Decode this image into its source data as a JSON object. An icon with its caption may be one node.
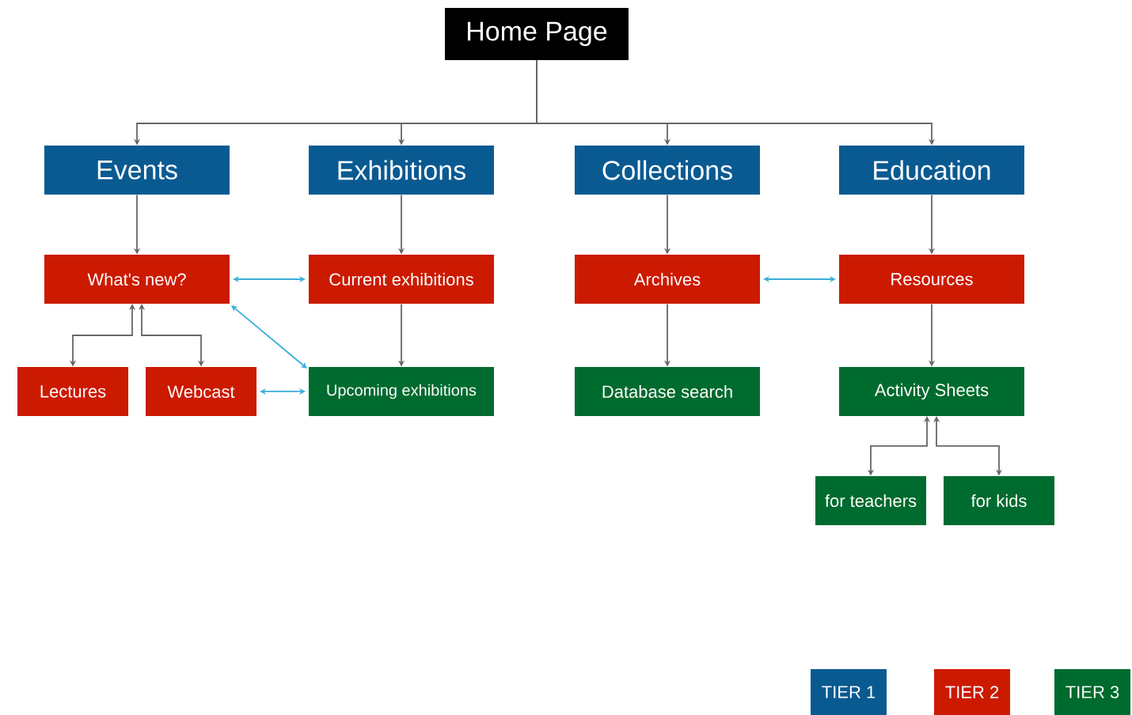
{
  "diagram": {
    "nodes": [
      {
        "text": [
          "Home Page"
        ]
      },
      {
        "text": [
          "Events"
        ]
      },
      {
        "text": [
          "Exhibitions"
        ]
      },
      {
        "text": [
          "Collections"
        ]
      },
      {
        "text": [
          "Education"
        ]
      },
      {
        "text": [
          "What's new?"
        ]
      },
      {
        "text": [
          "Current exhibitions"
        ]
      },
      {
        "text": [
          "Archives"
        ]
      },
      {
        "text": [
          "Resources"
        ]
      },
      {
        "text": [
          "Lectures"
        ]
      },
      {
        "text": [
          "Webcast"
        ]
      },
      {
        "text": [
          "Upcoming exhibitions"
        ]
      },
      {
        "text": [
          "Database search"
        ]
      },
      {
        "text": [
          "Activity Sheets"
        ]
      },
      {
        "text": [
          "for teachers"
        ]
      },
      {
        "text": [
          "for kids"
        ]
      }
    ],
    "edges": [
      {
        "from": 0,
        "to": 1,
        "arrow": "to"
      },
      {
        "from": 0,
        "to": 2,
        "arrow": "to"
      },
      {
        "from": 0,
        "to": 3,
        "arrow": "to"
      },
      {
        "from": 0,
        "to": 4,
        "arrow": "to"
      },
      {
        "from": 1,
        "to": 5,
        "arrow": "to"
      },
      {
        "from": 2,
        "to": 6,
        "arrow": "to"
      },
      {
        "from": 6,
        "to": 11,
        "arrow": "to"
      },
      {
        "from": 3,
        "to": 7,
        "arrow": "to"
      },
      {
        "from": 7,
        "to": 12,
        "arrow": "to"
      },
      {
        "from": 4,
        "to": 8,
        "arrow": "to"
      },
      {
        "from": 8,
        "to": 13,
        "arrow": "to"
      },
      {
        "from": 5,
        "to": 9,
        "arrow": "both"
      },
      {
        "from": 5,
        "to": 10,
        "arrow": "both"
      },
      {
        "from": 13,
        "to": 14,
        "arrow": "both"
      },
      {
        "from": 13,
        "to": 15,
        "arrow": "both"
      },
      {
        "from": 5,
        "to": 6,
        "arrow": "both",
        "color": "#3aaed8"
      },
      {
        "from": 5,
        "to": 11,
        "arrow": "both",
        "color": "#3aaed8"
      },
      {
        "from": 10,
        "to": 11,
        "arrow": "both",
        "color": "#3aaed8"
      },
      {
        "from": 7,
        "to": 8,
        "arrow": "both",
        "color": "#3aaed8"
      }
    ],
    "legend": [
      {
        "text": "TIER 1",
        "color": "#0a5a92"
      },
      {
        "text": "TIER 2",
        "color": "#cc1a00"
      },
      {
        "text": "TIER 3",
        "color": "#006b2e"
      }
    ]
  }
}
